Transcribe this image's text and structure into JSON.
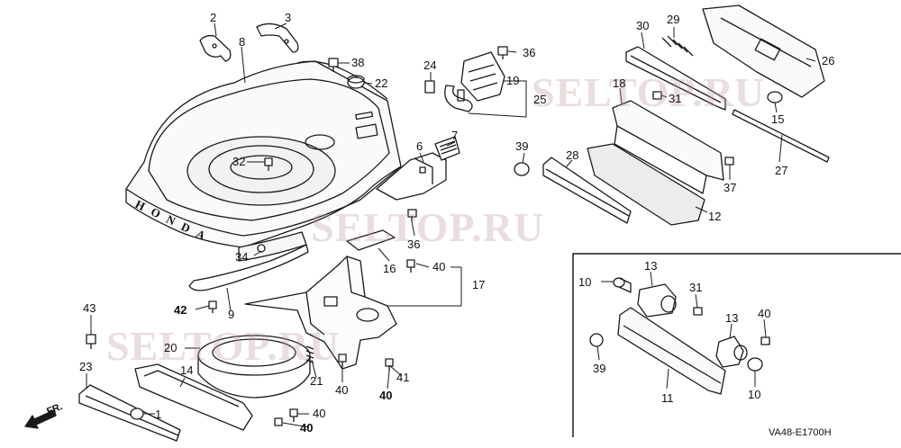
{
  "parts": [
    {
      "label": "1"
    },
    {
      "label": "2"
    },
    {
      "label": "3"
    },
    {
      "label": "6"
    },
    {
      "label": "7"
    },
    {
      "label": "8"
    },
    {
      "label": "9"
    },
    {
      "label": "10"
    },
    {
      "label": "10"
    },
    {
      "label": "11"
    },
    {
      "label": "12"
    },
    {
      "label": "13"
    },
    {
      "label": "13"
    },
    {
      "label": "14"
    },
    {
      "label": "15"
    },
    {
      "label": "16"
    },
    {
      "label": "17"
    },
    {
      "label": "18"
    },
    {
      "label": "19"
    },
    {
      "label": "20"
    },
    {
      "label": "21"
    },
    {
      "label": "22"
    },
    {
      "label": "23"
    },
    {
      "label": "24"
    },
    {
      "label": "25"
    },
    {
      "label": "26"
    },
    {
      "label": "27"
    },
    {
      "label": "28"
    },
    {
      "label": "29"
    },
    {
      "label": "30"
    },
    {
      "label": "31"
    },
    {
      "label": "31"
    },
    {
      "label": "32"
    },
    {
      "label": "34"
    },
    {
      "label": "36"
    },
    {
      "label": "36"
    },
    {
      "label": "37"
    },
    {
      "label": "38"
    },
    {
      "label": "39"
    },
    {
      "label": "39"
    },
    {
      "label": "40"
    },
    {
      "label": "40"
    },
    {
      "label": "40"
    },
    {
      "label": "40"
    },
    {
      "label": "40"
    },
    {
      "label": "40"
    },
    {
      "label": "41"
    },
    {
      "label": "42"
    },
    {
      "label": "43"
    }
  ],
  "deck_lettering": "HONDA",
  "watermark": "SELTOP.RU",
  "direction_label": "FR.",
  "diagram_code": "VA48-E1700H"
}
